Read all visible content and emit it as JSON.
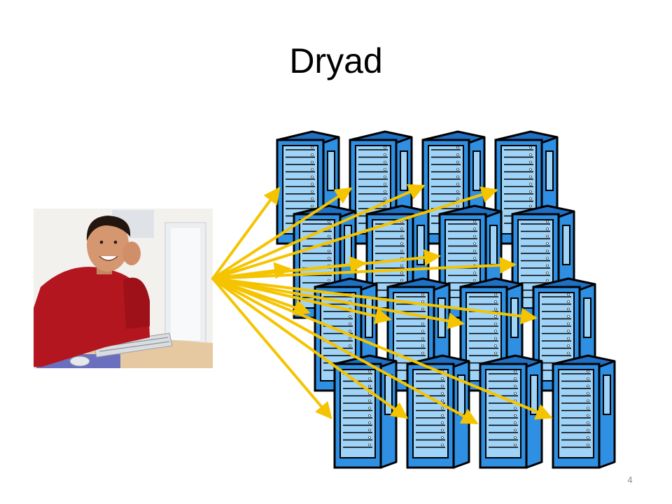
{
  "slide": {
    "title": "Dryad",
    "page_number": "4"
  },
  "colors": {
    "arrow": "#f5c400",
    "server_body": "#2f8fe2",
    "server_face": "#9fd3f7",
    "outline": "#000000"
  },
  "icons": {
    "user_photo": "person-at-computer-photo",
    "server": "server-tower-icon"
  }
}
